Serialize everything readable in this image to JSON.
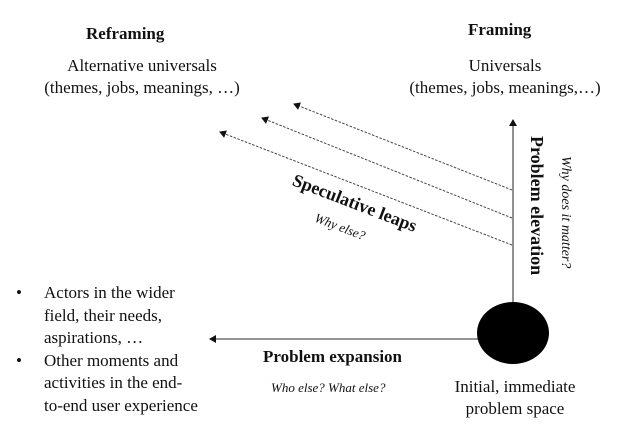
{
  "reframing": {
    "title": "Reframing",
    "line1": "Alternative universals",
    "line2": "(themes, jobs, meanings, …)"
  },
  "framing": {
    "title": "Framing",
    "line1": "Universals",
    "line2": "(themes, jobs, meanings,…)"
  },
  "speculative_leaps": {
    "label": "Speculative leaps",
    "question": "Why else?"
  },
  "problem_elevation": {
    "label": "Problem elevation",
    "question": "Why does it matter?"
  },
  "problem_expansion": {
    "label": "Problem expansion",
    "question": "Who else? What else?"
  },
  "initial_space": {
    "line1": "Initial, immediate",
    "line2": "problem space"
  },
  "wider_field": {
    "bullet_symbol": "•",
    "items": [
      {
        "lines": [
          "Actors in the wider",
          "field, their needs,",
          "aspirations, …"
        ]
      },
      {
        "lines": [
          "Other moments and",
          "activities in the end-",
          "to-end user experience"
        ]
      }
    ]
  },
  "colors": {
    "text": "#111111",
    "line": "#555555",
    "circle": "#000000"
  }
}
